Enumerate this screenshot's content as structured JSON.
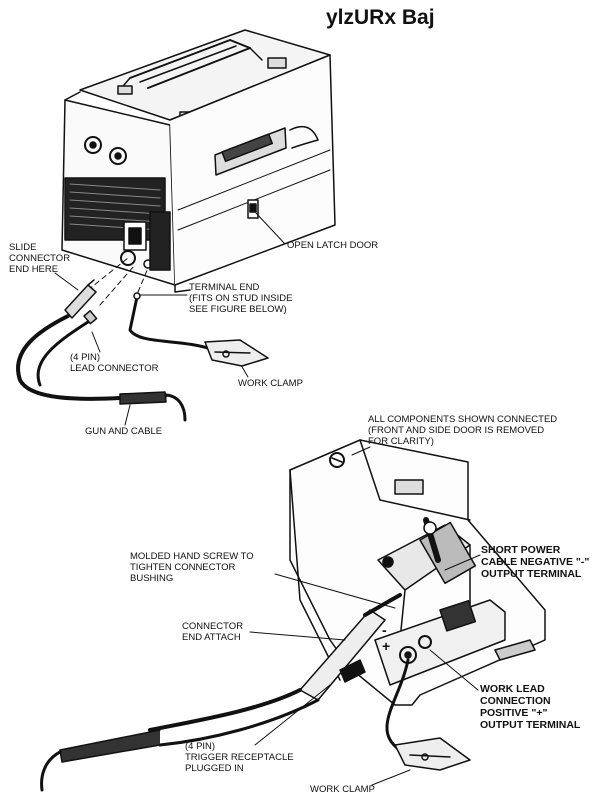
{
  "title": "ylzURx  Baj",
  "top_labels": {
    "slide_connector": [
      "SLIDE",
      "CONNECTOR",
      "END HERE"
    ],
    "open_latch_door": "OPEN LATCH DOOR",
    "terminal_end": [
      "TERMINAL END",
      "(FITS ON STUD INSIDE",
      "SEE FIGURE BELOW)"
    ],
    "lead_connector": [
      "(4 PIN)",
      "LEAD CONNECTOR"
    ],
    "work_clamp": "WORK CLAMP",
    "gun_and_cable": "GUN AND CABLE"
  },
  "bottom_labels": {
    "all_components": [
      "ALL COMPONENTS  SHOWN CONNECTED",
      "(FRONT AND SIDE DOOR IS REMOVED",
      " FOR CLARITY)"
    ],
    "molded_hand_screw": [
      "MOLDED HAND SCREW TO",
      "TIGHTEN CONNECTOR",
      "BUSHING"
    ],
    "short_power_cable": [
      "SHORT POWER",
      "CABLE NEGATIVE \"-\"",
      "OUTPUT TERMINAL"
    ],
    "connector_end_attach": [
      "CONNECTOR",
      "END ATTACH"
    ],
    "work_lead_connection": [
      "WORK LEAD",
      "CONNECTION",
      "POSITIVE \"+\"",
      "OUTPUT TERMINAL"
    ],
    "trigger_receptacle": [
      "(4 PIN)",
      "TRIGGER RECEPTACLE",
      "PLUGGED IN"
    ],
    "work_clamp": "WORK CLAMP",
    "minus_sign": "-",
    "plus_sign": "+"
  }
}
